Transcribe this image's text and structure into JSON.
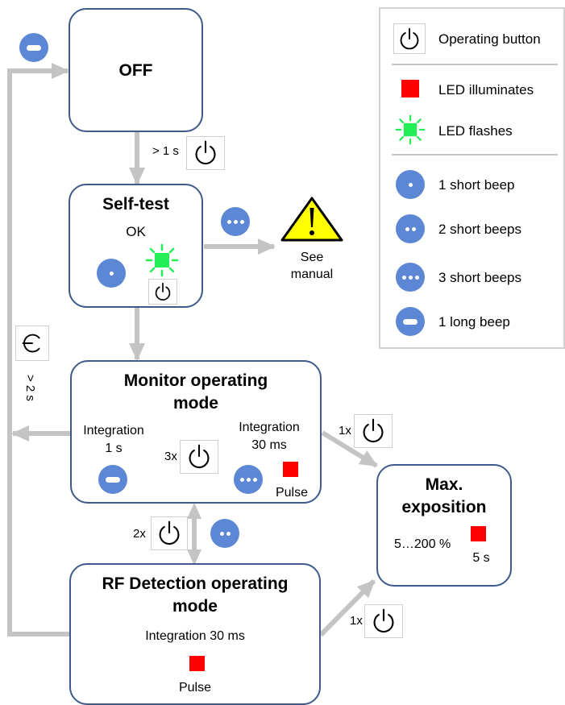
{
  "states": {
    "off": {
      "title": "OFF"
    },
    "self_test": {
      "title": "Self-test",
      "status": "OK"
    },
    "monitor": {
      "title_line1": "Monitor operating",
      "title_line2": "mode",
      "left_label_line1": "Integration",
      "left_label_line2": "1 s",
      "right_label_line1": "Integration",
      "right_label_line2": "30 ms",
      "pulse_label": "Pulse"
    },
    "rf_detection": {
      "title_line1": "RF Detection operating",
      "title_line2": "mode",
      "integration_label": "Integration 30 ms",
      "pulse_label": "Pulse"
    },
    "max_exposition": {
      "title_line1": "Max.",
      "title_line2": "exposition",
      "range_label": "5…200 %",
      "time_label": "5 s"
    },
    "warning": {
      "label_line1": "See",
      "label_line2": "manual"
    }
  },
  "transitions": {
    "off_to_selftest": "> 1 s",
    "monitor_to_off": "> 2 s",
    "monitor_switch": "3x",
    "monitor_to_max": "1x",
    "monitor_to_rf": "2x",
    "rf_to_max": "1x"
  },
  "legend": {
    "items": [
      {
        "label": "Operating button",
        "icon": "power-button-icon"
      },
      {
        "label": "LED illuminates",
        "icon": "led-red-icon"
      },
      {
        "label": "LED flashes",
        "icon": "led-flash-green-icon"
      },
      {
        "label": "1 short beep",
        "icon": "beep-1-short-icon"
      },
      {
        "label": "2 short beeps",
        "icon": "beep-2-short-icon"
      },
      {
        "label": "3 short beeps",
        "icon": "beep-3-short-icon"
      },
      {
        "label": "1 long beep",
        "icon": "beep-long-icon"
      }
    ]
  },
  "colors": {
    "box_border": "#3d5a8a",
    "beep_icon": "#5b87d4",
    "arrow": "#c4c4c4",
    "led_red": "#ff0000",
    "led_green": "#22ee55",
    "warning_fill": "#ffff00"
  }
}
